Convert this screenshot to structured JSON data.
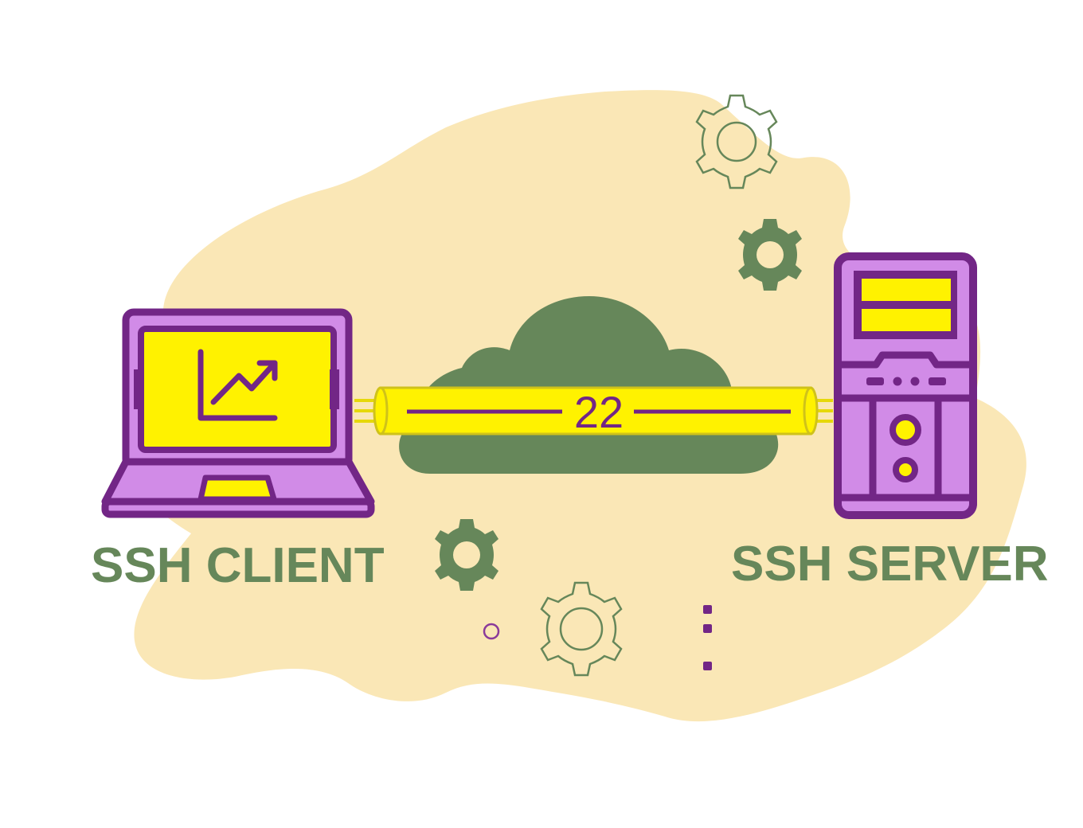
{
  "diagram": {
    "client_label": "SSH CLIENT",
    "server_label": "SSH SERVER",
    "port": "22"
  },
  "colors": {
    "background_blob": "#fae7b6",
    "purple_fill": "#d18be7",
    "purple_stroke": "#722686",
    "yellow": "#fff200",
    "cloud_green": "#66875a",
    "gear_outline": "#66875a",
    "label_green": "#66875a"
  },
  "icons": {
    "client": "laptop-icon",
    "client_screen": "growth-chart-icon",
    "server": "server-tower-icon",
    "network": "cloud-icon",
    "decor": "gear-icon"
  }
}
